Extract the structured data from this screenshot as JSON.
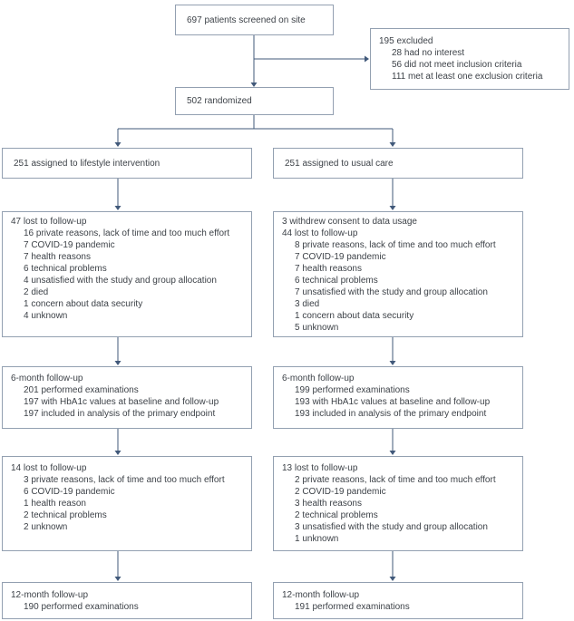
{
  "diagram": {
    "type": "consort-flowchart",
    "colors": {
      "line_color": "#41597a",
      "box_border": "#93a0b1",
      "text_color": "#3d4248",
      "background": "#ffffff"
    },
    "boxes": {
      "screened": {
        "lines": [
          "697 patients screened on site"
        ]
      },
      "excluded": {
        "lines": [
          "195 excluded",
          "28 had no interest",
          "56 did not meet inclusion criteria",
          "111 met at least one exclusion criteria"
        ]
      },
      "randomized": {
        "lines": [
          "502 randomized"
        ]
      },
      "assign_lifestyle": {
        "lines": [
          "251 assigned to lifestyle intervention"
        ]
      },
      "assign_usual": {
        "lines": [
          "251 assigned to usual care"
        ]
      },
      "lost1_lifestyle": {
        "lines": [
          "47 lost to follow-up",
          "16 private reasons, lack of time and too much effort",
          "7 COVID-19 pandemic",
          "7 health reasons",
          "6 technical problems",
          "4 unsatisfied with the study and group allocation",
          "2 died",
          "1 concern about data security",
          "4 unknown"
        ]
      },
      "lost1_usual": {
        "lines": [
          "3 withdrew consent to data usage",
          "44 lost to follow-up",
          "8 private reasons, lack of time and too much effort",
          "7 COVID-19 pandemic",
          "7 health reasons",
          "6 technical problems",
          "7 unsatisfied with the study and group allocation",
          "3 died",
          "1 concern about data security",
          "5 unknown"
        ]
      },
      "m6_lifestyle": {
        "lines": [
          "6-month follow-up",
          "201 performed examinations",
          "197 with HbA1c values at baseline and follow-up",
          "197 included in analysis of the primary endpoint"
        ]
      },
      "m6_usual": {
        "lines": [
          "6-month follow-up",
          "199 performed examinations",
          "193 with HbA1c values at baseline and follow-up",
          "193 included in analysis of the primary endpoint"
        ]
      },
      "lost2_lifestyle": {
        "lines": [
          "14 lost to follow-up",
          "3 private reasons, lack of time and too much effort",
          "6 COVID-19 pandemic",
          "1 health reason",
          "2 technical problems",
          "2 unknown"
        ]
      },
      "lost2_usual": {
        "lines": [
          "13 lost to follow-up",
          "2 private reasons, lack of time and too much effort",
          "2 COVID-19 pandemic",
          "3 health reasons",
          "2 technical problems",
          "3 unsatisfied with the study and group allocation",
          "1 unknown"
        ]
      },
      "m12_lifestyle": {
        "lines": [
          "12-month follow-up",
          "190 performed examinations"
        ]
      },
      "m12_usual": {
        "lines": [
          "12-month follow-up",
          "191 performed examinations"
        ]
      }
    }
  }
}
